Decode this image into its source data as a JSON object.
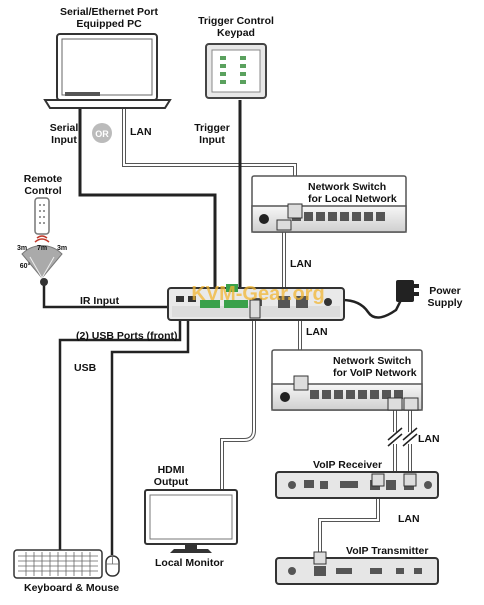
{
  "labels": {
    "pc_title_line1": "Serial/Ethernet Port",
    "pc_title_line2": "Equipped PC",
    "keypad_title_line1": "Trigger Control",
    "keypad_title_line2": "Keypad",
    "serial_input_line1": "Serial",
    "serial_input_line2": "Input",
    "or_badge": "OR",
    "lan_pc": "LAN",
    "trigger_input_line1": "Trigger",
    "trigger_input_line2": "Input",
    "remote_line1": "Remote",
    "remote_line2": "Control",
    "range_left": "3m",
    "range_mid": "7m",
    "range_right": "3m",
    "angle": "60°",
    "switch_local_line1": "Network Switch",
    "switch_local_line2": "for Local Network",
    "lan_local": "LAN",
    "lan_voip_link": "LAN",
    "power_line1": "Power",
    "power_line2": "Supply",
    "ir_input": "IR Input",
    "watermark": "KVM-Gear.org",
    "usb_ports": "(2) USB Ports (front)",
    "usb": "USB",
    "switch_voip_line1": "Network Switch",
    "switch_voip_line2": "for VoIP Network",
    "lan_receiver": "LAN",
    "voip_receiver": "VoIP Receiver",
    "hdmi_line1": "HDMI",
    "hdmi_line2": "Output",
    "lan_transmitter": "LAN",
    "voip_transmitter": "VoIP Transmitter",
    "local_monitor": "Local Monitor",
    "keyboard_mouse": "Keyboard & Mouse"
  },
  "colors": {
    "cable": "#222222",
    "lan_cable": "#888888",
    "device_dark": "#3a3a3a",
    "device_panel": "#f0f0f0",
    "port_green": "#3aa14a",
    "watermark": "#f2b632"
  }
}
